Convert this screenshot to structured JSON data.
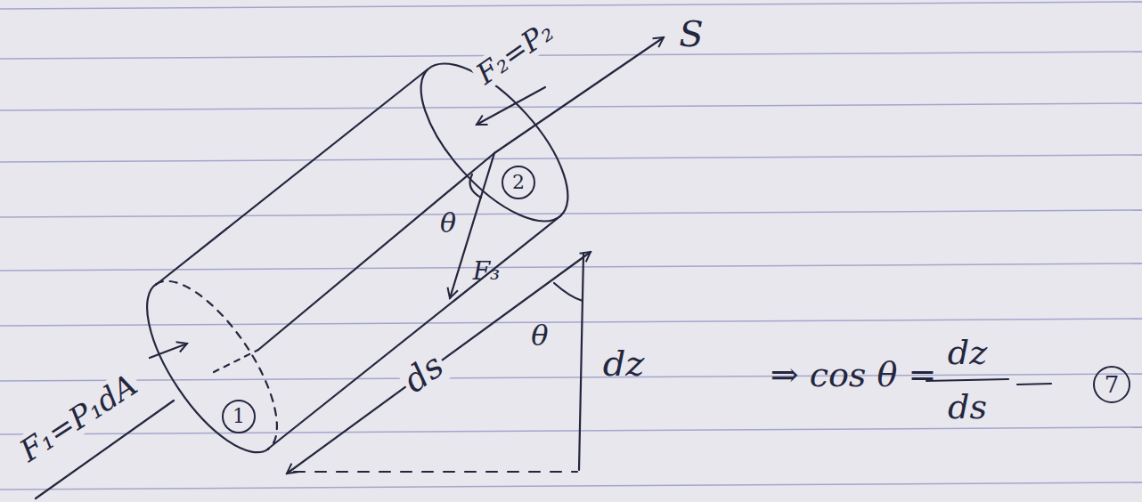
{
  "diagram": {
    "nodes": [
      {
        "text": [
          "1"
        ]
      },
      {
        "text": [
          "2"
        ]
      },
      {
        "text": [
          "7"
        ]
      }
    ],
    "labels": [
      "F₁=P₁dA",
      "F₂=P₂",
      "S",
      "θ",
      "F₃",
      "ds",
      "θ",
      "dz",
      "⇒ cos θ =",
      "dz",
      "ds"
    ]
  }
}
